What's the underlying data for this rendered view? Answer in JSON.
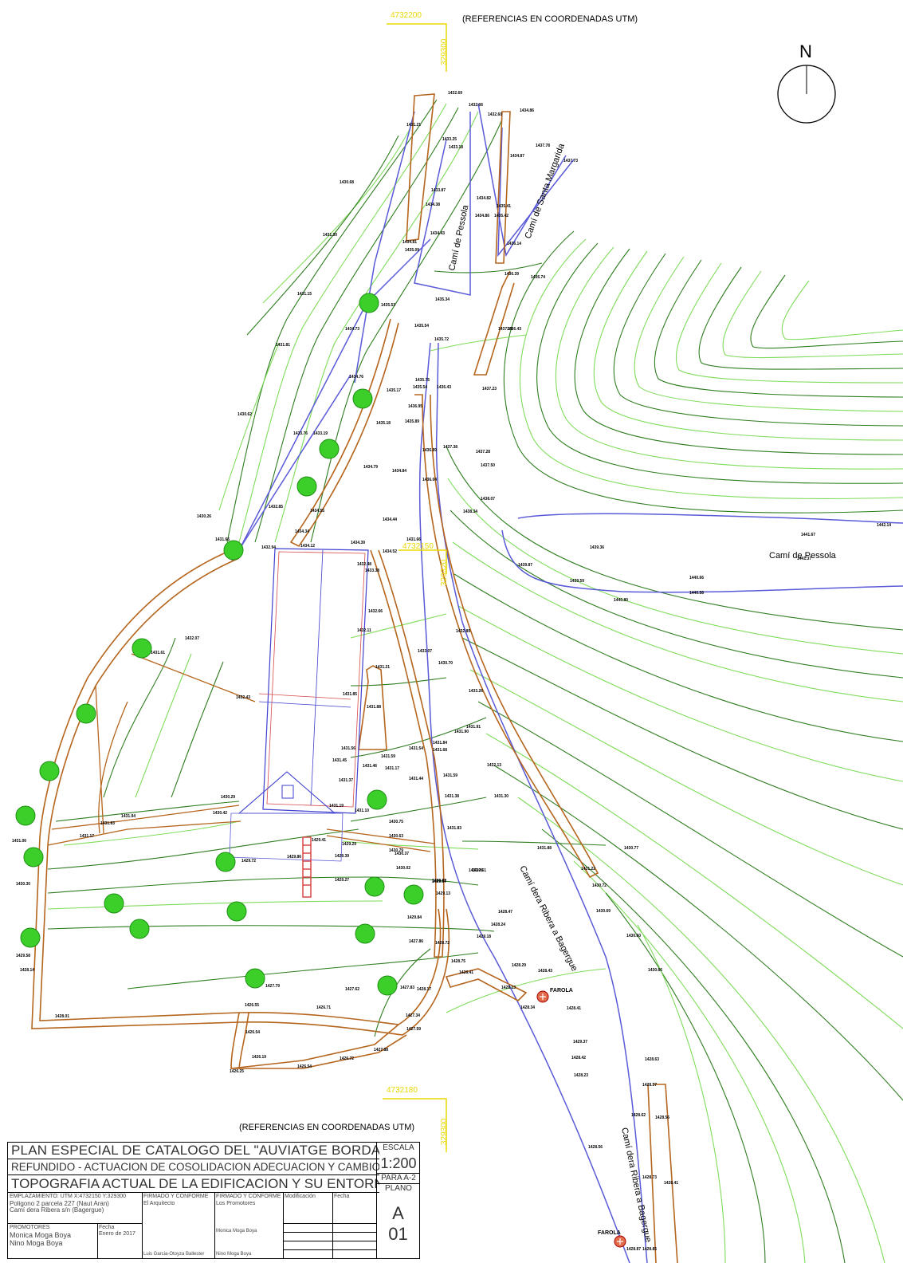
{
  "references": {
    "top_note": "(REFERENCIAS EN COORDENADAS UTM)",
    "bottom_note": "(REFERENCIAS EN COORDENADAS UTM)",
    "coord_top_y": "4732200",
    "coord_top_x": "329300",
    "coord_bottom_y": "4732180",
    "coord_bottom_x": "329300",
    "coord_mid_y": "4732150",
    "coord_mid_x": "329320"
  },
  "north": "N",
  "roads": {
    "pessola_upper": "Camí de Pessola",
    "santa_margarida": "Camí de Santa Margarida",
    "pessola_right": "Camí de Pessola",
    "ribera_mid": "Camí dera Ribera a Bagergue",
    "ribera_low": "Camí dera Ribera a Bagergue"
  },
  "farola": [
    "FAROLA",
    "FAROLA"
  ],
  "colors": {
    "contour_major": "#2e7d1f",
    "contour_minor": "#7fdc5a",
    "path": "#b5651d",
    "road": "#5a5ad8",
    "tree": "#3ccf2a"
  },
  "spot_heights": [
    "1432.69",
    "1432.66",
    "1432.60",
    "1434.86",
    "1431.21",
    "1433.25",
    "1433.18",
    "1437.78",
    "1434.87",
    "1437.73",
    "1430.68",
    "1433.87",
    "1434.38",
    "1434.82",
    "1435.41",
    "1434.86",
    "1435.42",
    "1431.30",
    "1434.43",
    "1435.09",
    "1434.81",
    "1436.14",
    "1436.39",
    "1436.74",
    "1431.15",
    "1435.34",
    "1435.53",
    "1434.73",
    "1435.54",
    "1436.43",
    "1431.81",
    "1435.72",
    "1437.15",
    "1434.76",
    "1435.75",
    "1435.54",
    "1436.43",
    "1435.17",
    "1437.23",
    "1430.62",
    "1433.76",
    "1433.19",
    "1435.18",
    "1435.89",
    "1436.95",
    "1436.89",
    "1437.38",
    "1437.28",
    "1434.79",
    "1437.50",
    "1434.84",
    "1436.04",
    "1432.85",
    "1438.07",
    "1438.34",
    "1430.26",
    "1434.55",
    "1434.44",
    "1431.66",
    "1434.34",
    "1431.66",
    "1432.94",
    "1434.12",
    "1434.39",
    "1434.52",
    "1439.87",
    "1439.36",
    "1439.59",
    "1441.67",
    "1442.14",
    "1441.37",
    "1440.66",
    "1440.58",
    "1440.80",
    "1432.48",
    "1433.38",
    "1432.66",
    "1431.61",
    "1432.07",
    "1432.11",
    "1432.89",
    "1433.07",
    "1431.21",
    "1430.70",
    "1432.43",
    "1431.88",
    "1433.26",
    "1431.85",
    "1431.91",
    "1431.90",
    "1431.56",
    "1431.59",
    "1431.84",
    "1431.68",
    "1431.54",
    "1431.45",
    "1431.46",
    "1432.13",
    "1431.37",
    "1431.44",
    "1431.59",
    "1431.38",
    "1431.30",
    "1431.17",
    "1430.29",
    "1430.42",
    "1431.19",
    "1431.10",
    "1431.94",
    "1431.83",
    "1431.17",
    "1431.06",
    "1430.75",
    "1430.63",
    "1431.83",
    "1430.79",
    "1429.41",
    "1429.29",
    "1429.72",
    "1429.86",
    "1429.39",
    "1430.37",
    "1430.02",
    "1430.61",
    "1431.88",
    "1429.92",
    "1430.76",
    "1429.97",
    "1429.27",
    "1430.30",
    "1429.13",
    "1429.84",
    "1428.47",
    "1428.24",
    "1429.18",
    "1431.22",
    "1430.77",
    "1430.72",
    "1430.69",
    "1429.58",
    "1427.86",
    "1428.72",
    "1428.75",
    "1428.41",
    "1428.29",
    "1428.43",
    "1430.60",
    "1430.66",
    "1428.14",
    "1427.79",
    "1427.62",
    "1426.55",
    "1426.71",
    "1427.83",
    "1428.17",
    "1428.13",
    "1428.34",
    "1428.41",
    "1429.37",
    "1428.42",
    "1428.23",
    "1428.01",
    "1426.54",
    "1426.19",
    "1426.72",
    "1427.88",
    "1426.54",
    "1426.25",
    "1427.34",
    "1427.59",
    "1428.63",
    "1428.57",
    "1428.56",
    "1428.62",
    "1428.56",
    "1428.73",
    "1428.41",
    "1428.87",
    "1428.85"
  ],
  "title_block": {
    "line1": "PLAN ESPECIAL DE CATALOGO DEL \"AUVIATGE BORDA DE SIERRA\"",
    "line2": "REFUNDIDO - ACTUACION DE COSOLIDACION ADECUACION Y CAMBIO DE USOS -",
    "line3": "TOPOGRAFIA ACTUAL DE LA EDIFICACION Y SU ENTORNO",
    "escala_label": "ESCALA",
    "escala_value": "1:200",
    "para_label": "PARA A-2",
    "plano_label": "PLANO",
    "plano_value": "A\n01",
    "emplazamiento": "EMPLAZAMIENTO: UTM X:4732150 Y:329300",
    "poligono": "Poligono 2 parcela 227 (Naut Aran)",
    "cami": "Camí dera Ribera s/n (Bagergue)",
    "promotores_label": "PROMOTORES",
    "promotor1": "Monica Moga Boya",
    "promotor2": "Nino Moga Boya",
    "fecha_label": "Fecha",
    "fecha_value": "Enero de 2017",
    "firmado1_label": "FIRMADO Y CONFORME",
    "firmado1_role": "El Arquitecto",
    "firmado1_name": "Luis Garcia-Otoyza Ballester",
    "firmado2_label": "FIRMADO Y CONFORME",
    "firmado2_role": "Los Promotores",
    "firmado2_name1": "Monica Moga Boya",
    "firmado2_name2": "Nino Moga Boya",
    "modificacion_label": "Modificación",
    "fecha2_label": "Fecha"
  }
}
